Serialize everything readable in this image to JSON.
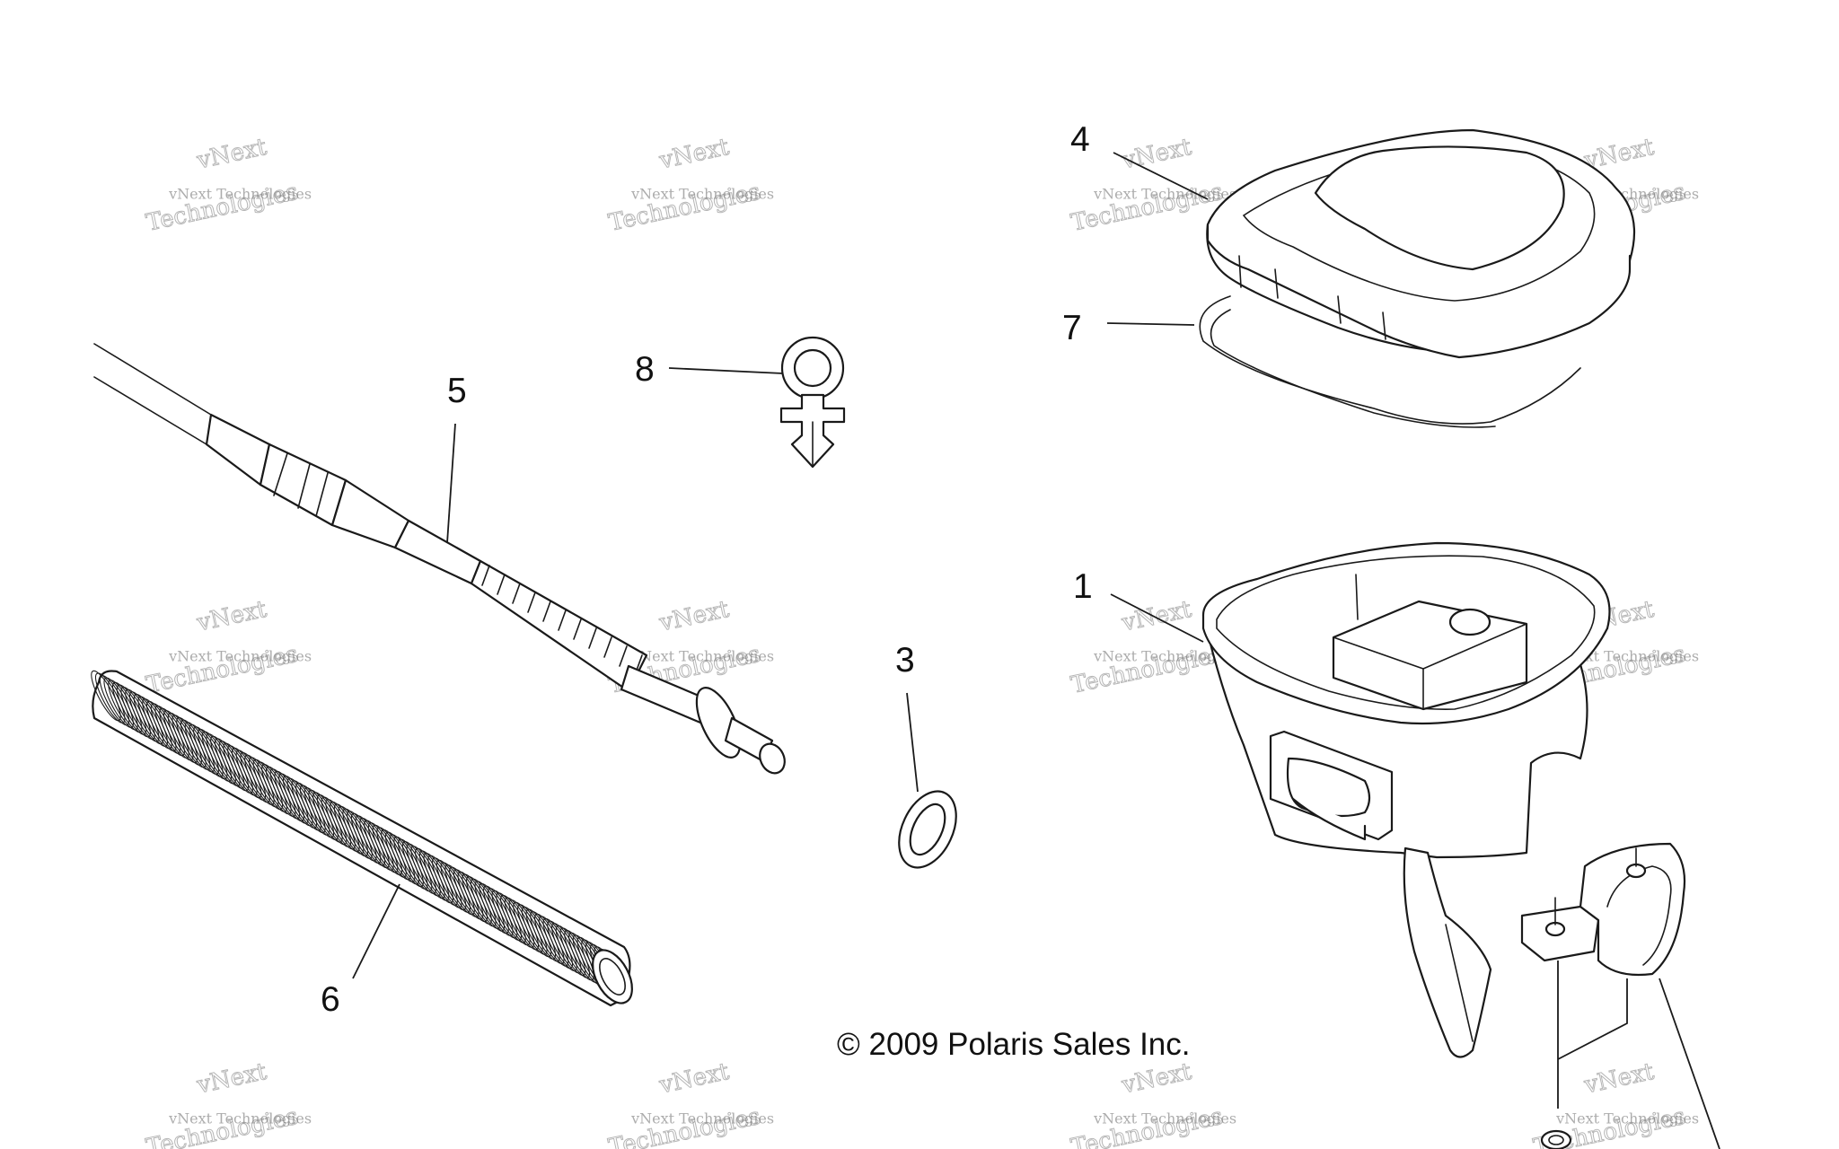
{
  "diagram": {
    "copyright": "© 2009 Polaris Sales Inc.",
    "callouts": [
      "1",
      "3",
      "4",
      "5",
      "6",
      "7",
      "8"
    ],
    "watermark": {
      "line1": "vNext Technologies",
      "line2": "vNext",
      "line3": "Technologies"
    }
  }
}
